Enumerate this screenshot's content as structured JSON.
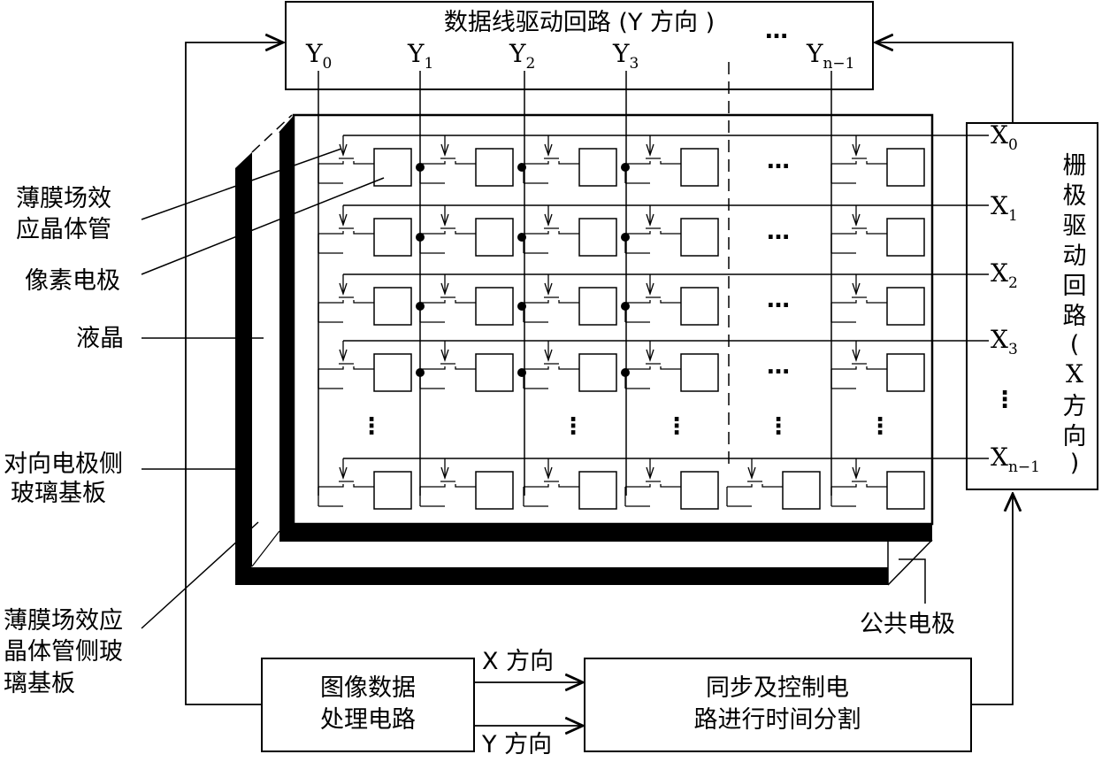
{
  "data_driver": {
    "title": "数据线驱动回路 (Y 方向 )",
    "ellipsis": "…",
    "lines": [
      {
        "base": "Y",
        "sub": "0"
      },
      {
        "base": "Y",
        "sub": "1"
      },
      {
        "base": "Y",
        "sub": "2"
      },
      {
        "base": "Y",
        "sub": "3"
      },
      {
        "base": "Y",
        "sub": "n−1"
      }
    ]
  },
  "gate_driver": {
    "title_chars": [
      "栅",
      "极",
      "驱",
      "动",
      "回",
      "路",
      "(",
      "X",
      "方",
      "向",
      ")"
    ],
    "lines": [
      {
        "base": "X",
        "sub": "0"
      },
      {
        "base": "X",
        "sub": "1"
      },
      {
        "base": "X",
        "sub": "2"
      },
      {
        "base": "X",
        "sub": "3"
      },
      {
        "base": "X",
        "sub": "n−1"
      }
    ],
    "vertical_ellipsis": "⋮"
  },
  "left_labels": {
    "tft": [
      "薄膜场效",
      "应晶体管"
    ],
    "pixel_electrode": "像素电极",
    "liquid_crystal": "液晶",
    "counter_glass": [
      "对向电极侧",
      "玻璃基板"
    ],
    "tft_glass": [
      "薄膜场效应",
      "晶体管侧玻",
      "璃基板"
    ]
  },
  "common_electrode": "公共电极",
  "image_processor": [
    "图像数据",
    "处理电路"
  ],
  "sync_control": [
    "同步及控制电",
    "路进行时间分割"
  ],
  "arrows": {
    "x_direction": "X 方向",
    "y_direction": "Y 方向"
  },
  "matrix_ellipsis": "…",
  "matrix_vertical_ellipsis": "⋮"
}
